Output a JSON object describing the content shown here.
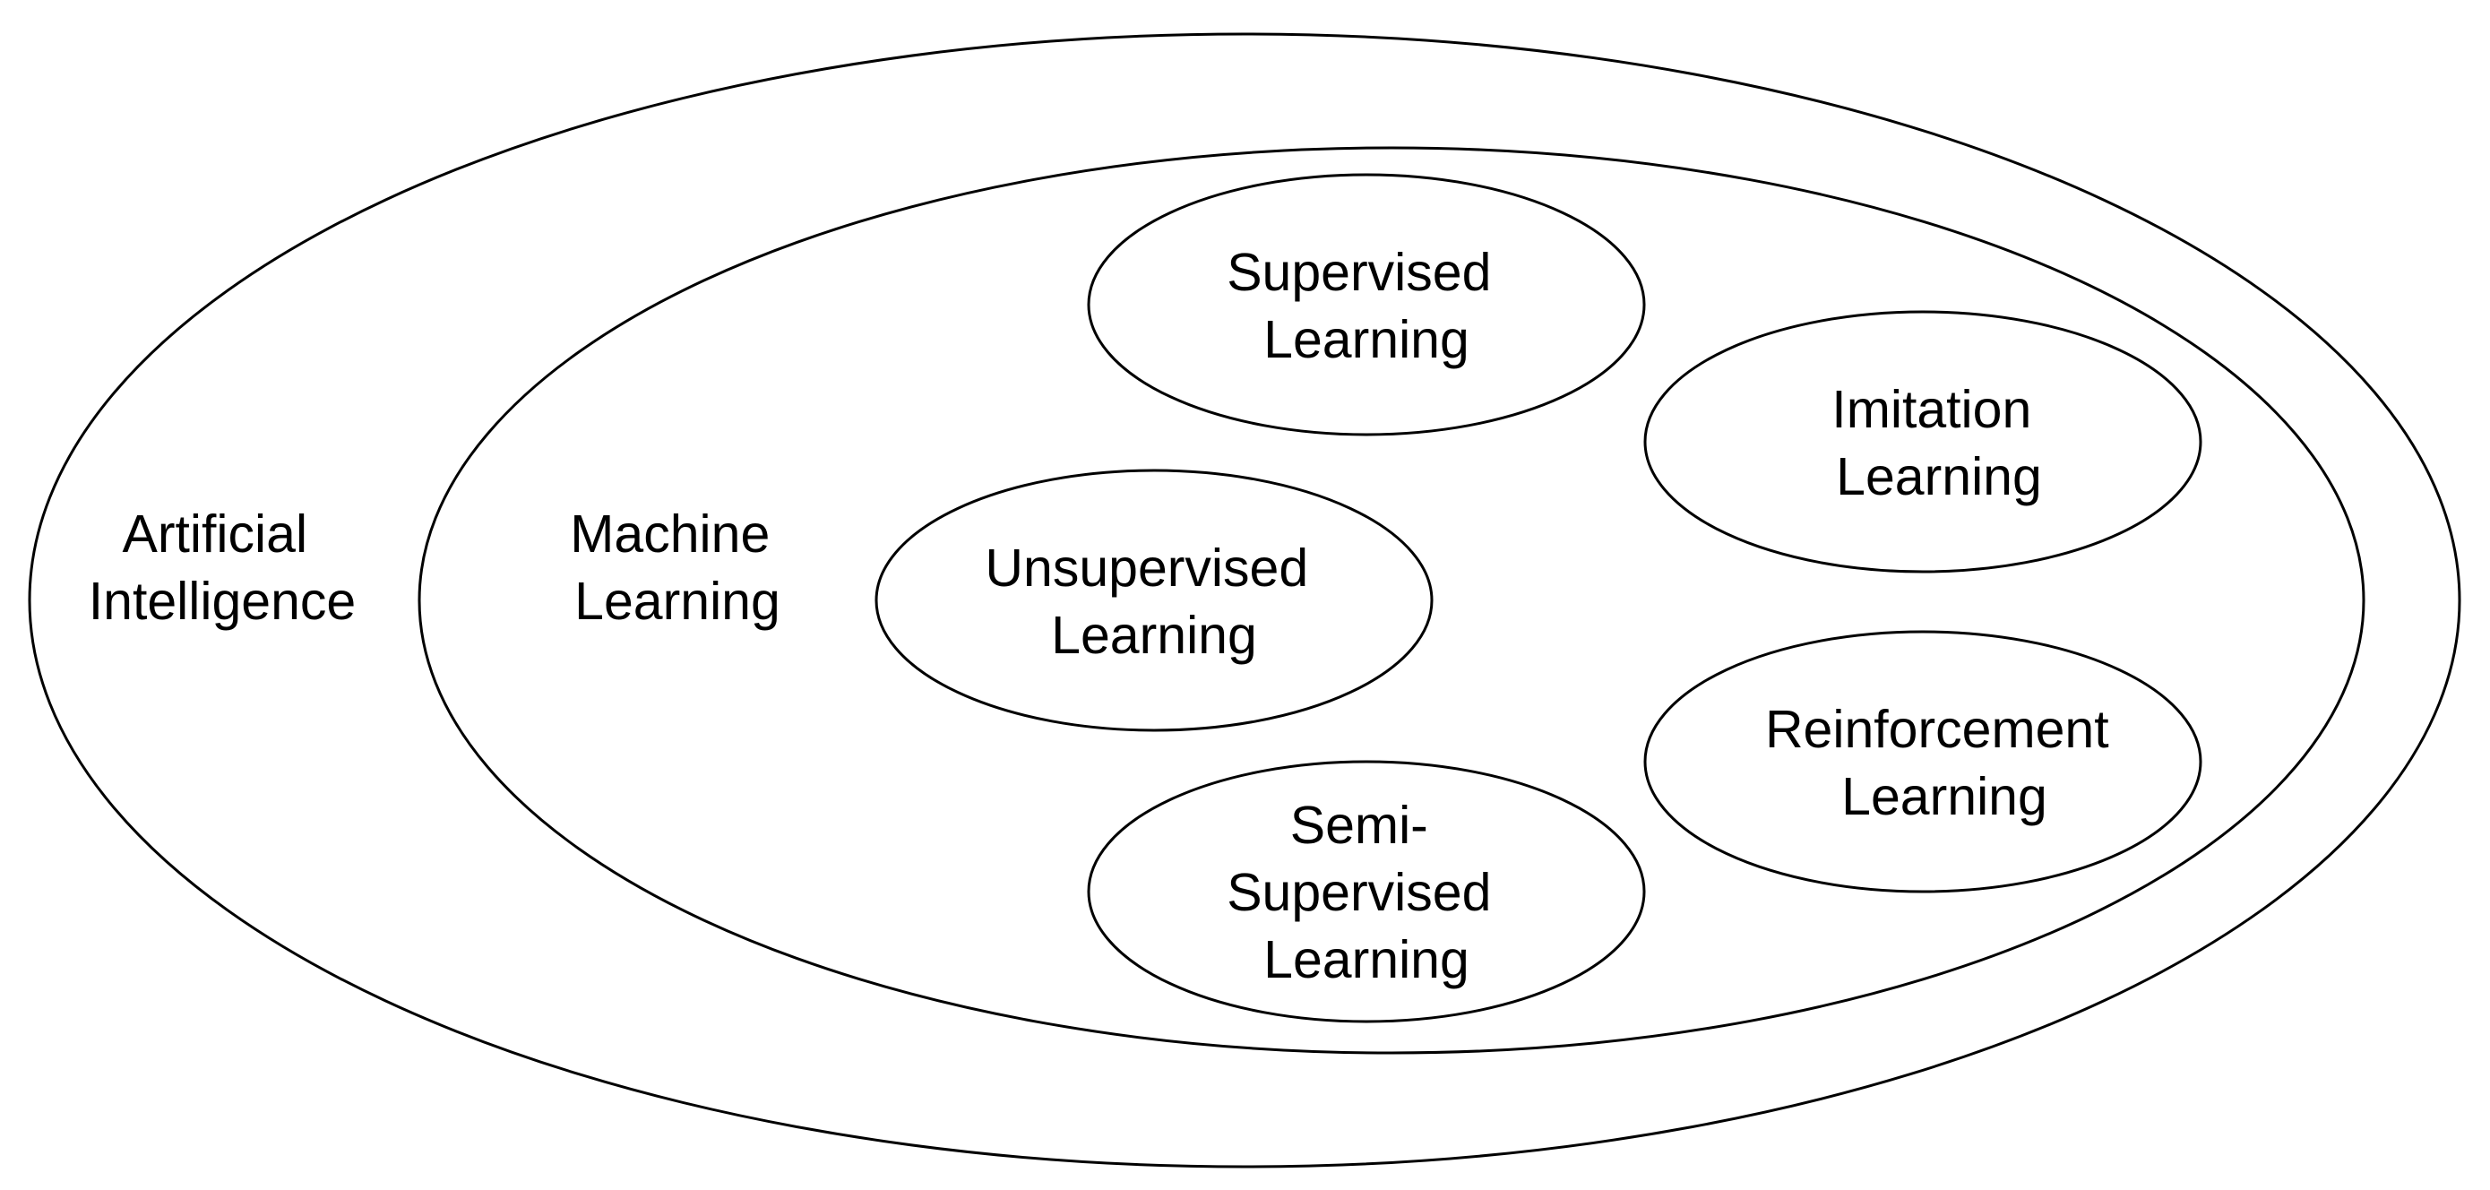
{
  "diagram": {
    "ai": {
      "lines": [
        "Artificial",
        "Intelligence"
      ]
    },
    "ml": {
      "lines": [
        "Machine",
        "Learning"
      ]
    },
    "supervised": {
      "lines": [
        "Supervised",
        "Learning"
      ]
    },
    "imitation": {
      "lines": [
        "Imitation",
        "Learning"
      ]
    },
    "unsupervised": {
      "lines": [
        "Unsupervised",
        "Learning"
      ]
    },
    "reinforcement": {
      "lines": [
        "Reinforcement",
        "Learning"
      ]
    },
    "semi_supervised": {
      "lines": [
        "Semi-",
        "Supervised",
        "Learning"
      ]
    }
  }
}
